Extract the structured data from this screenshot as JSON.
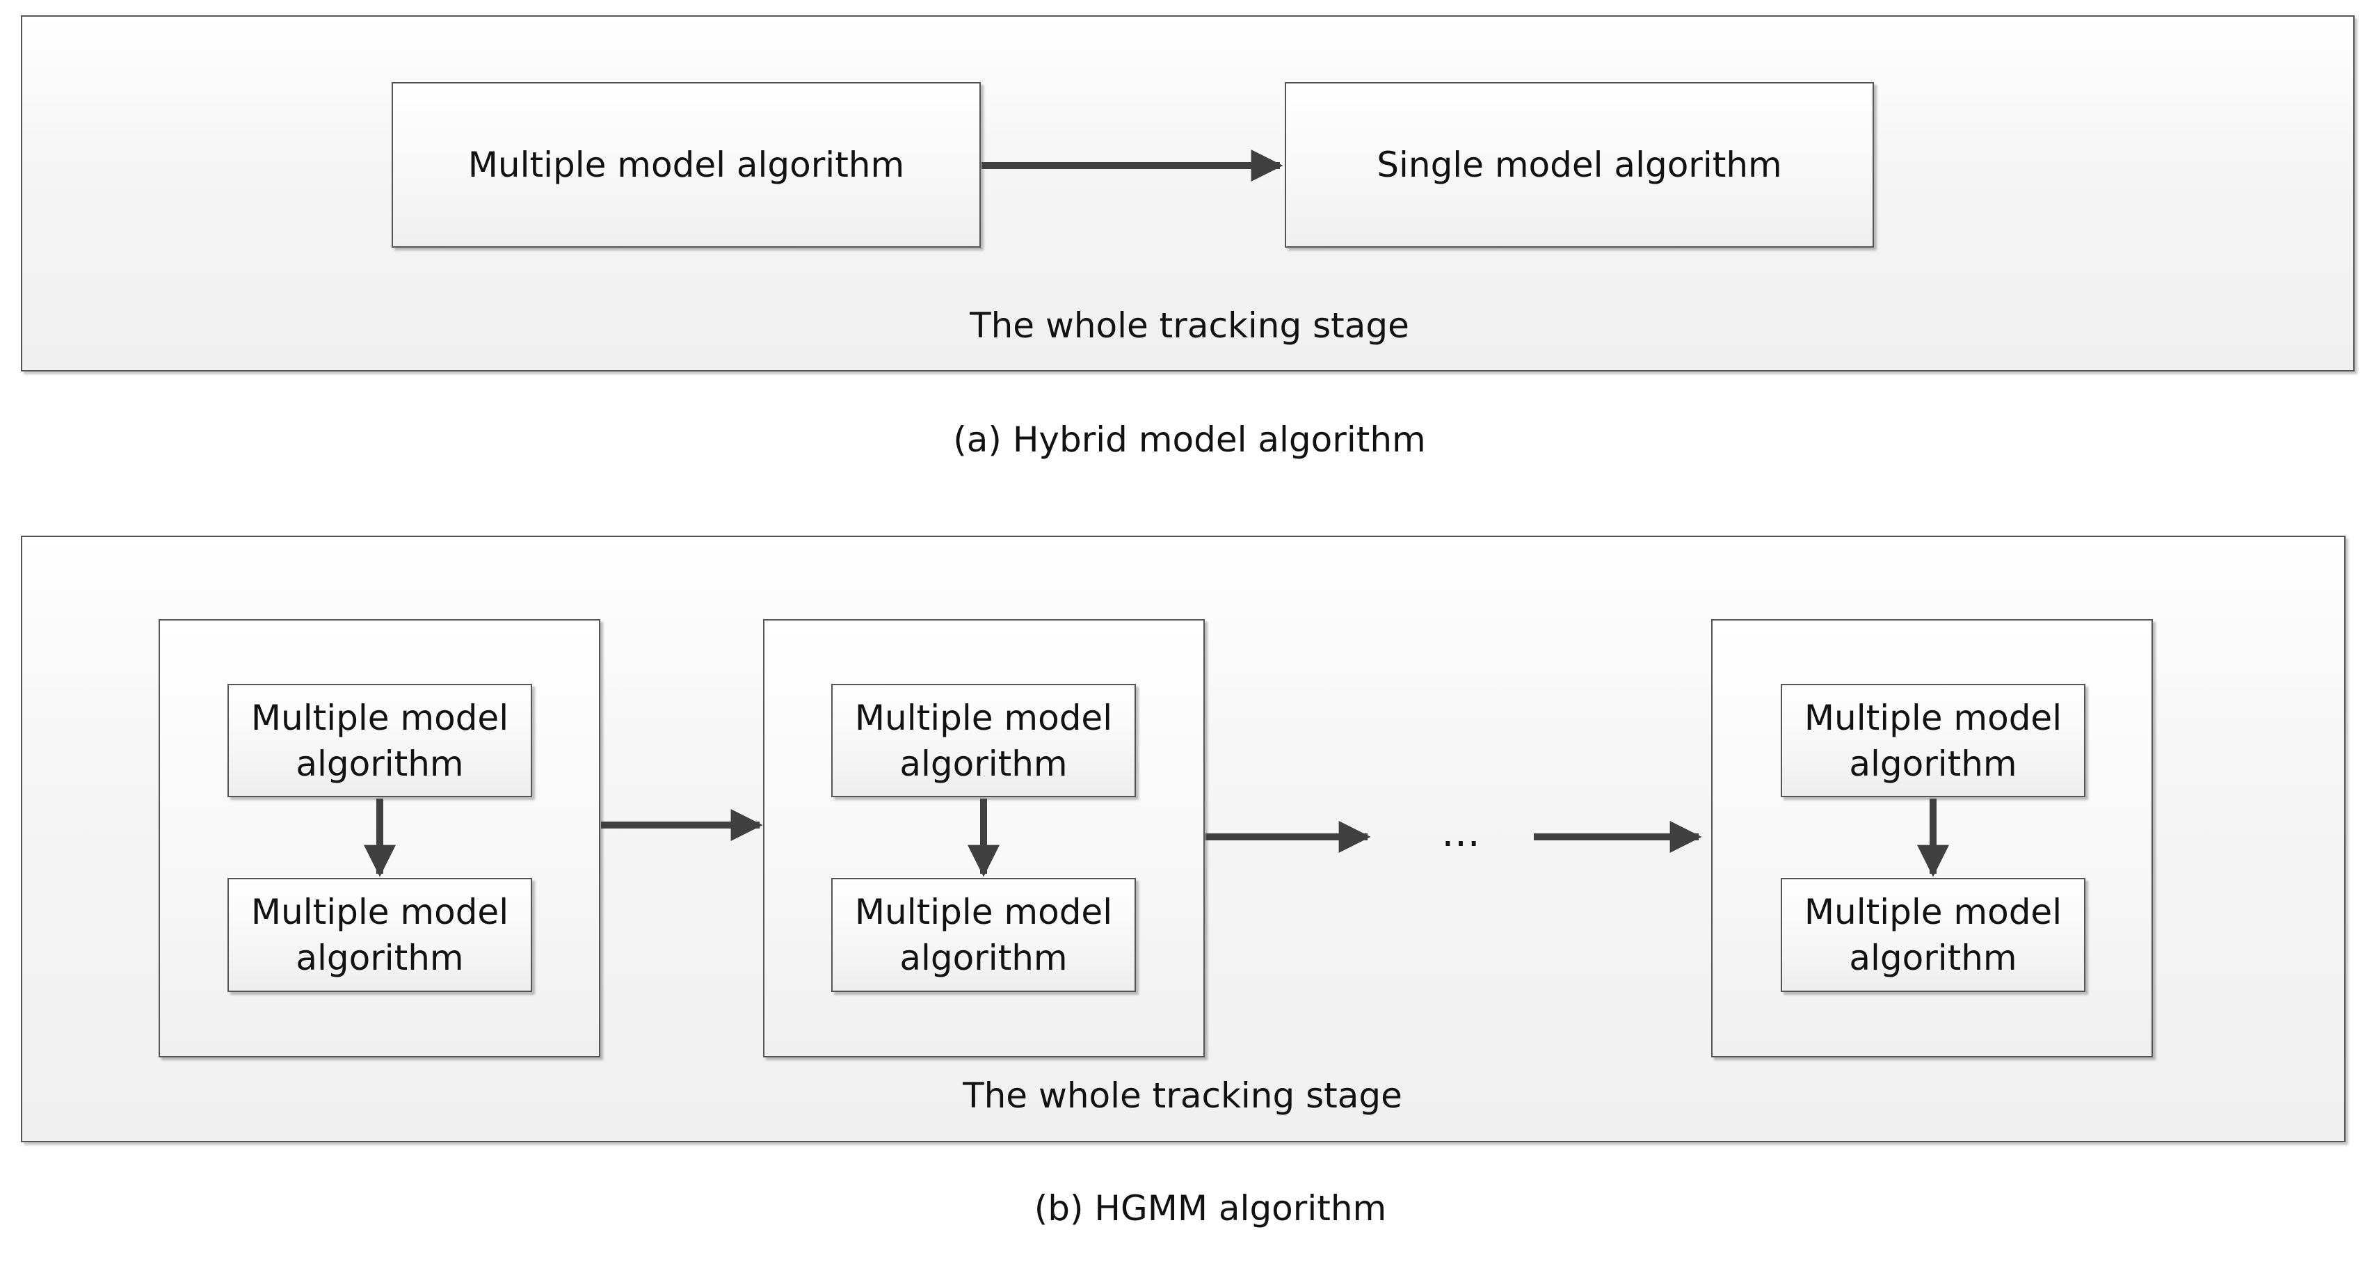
{
  "panel_a": {
    "box_left": "Multiple model algorithm",
    "box_right": "Single model algorithm",
    "stage_label": "The whole tracking stage",
    "caption": "(a) Hybrid model algorithm"
  },
  "panel_b": {
    "groups": [
      {
        "top": "Multiple model\nalgorithm",
        "bottom": "Multiple model\nalgorithm"
      },
      {
        "top": "Multiple model\nalgorithm",
        "bottom": "Multiple  model\nalgorithm"
      },
      {
        "top": "Multiple model\nalgorithm",
        "bottom": "Multiple  model\nalgorithm"
      }
    ],
    "ellipsis": "…",
    "stage_label": "The whole tracking stage",
    "caption": "(b) HGMM algorithm"
  }
}
